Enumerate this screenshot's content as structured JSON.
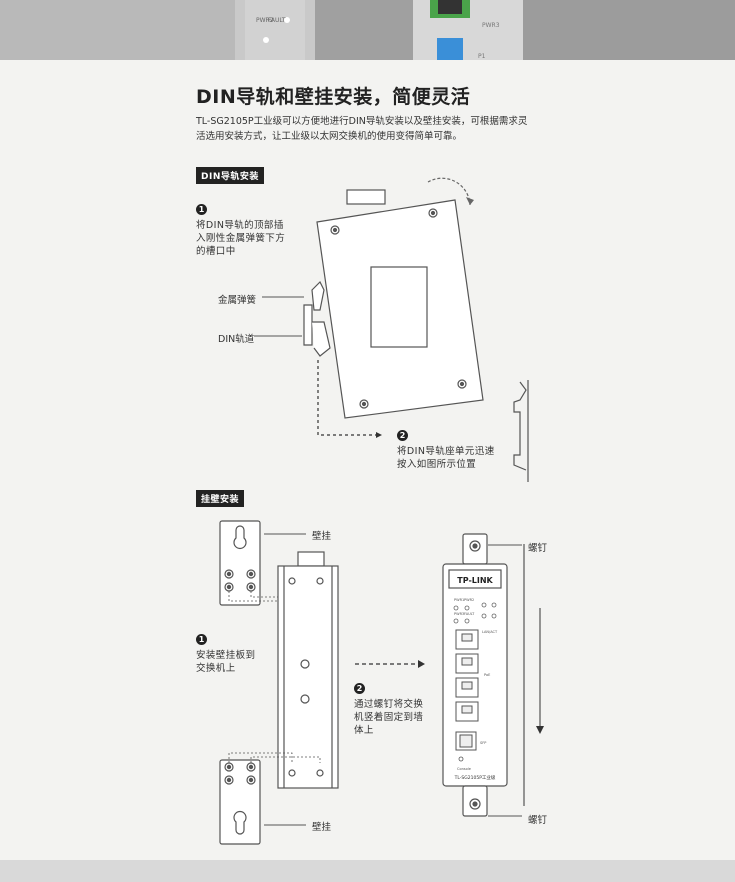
{
  "header": {
    "title": "DIN导轨和壁挂安装，简便灵活",
    "description": "TL-SG2105P工业级可以方便地进行DIN导轨安装以及壁挂安装，可根据需求灵活选用安装方式，让工业级以太网交换机的使用变得简单可靠。"
  },
  "din_section": {
    "label": "DIN导轨安装",
    "steps": [
      {
        "num": "1",
        "text": "将DIN导轨的顶部插\n入刚性金属弹簧下方\n的槽口中"
      },
      {
        "num": "2",
        "text": "将DIN导轨座单元迅速\n按入如图所示位置"
      }
    ],
    "callouts": {
      "spring": "金属弹簧",
      "rail": "DIN轨道"
    }
  },
  "wall_section": {
    "label": "挂壁安装",
    "steps": [
      {
        "num": "1",
        "text": "安装壁挂板到\n交换机上"
      },
      {
        "num": "2",
        "text": "通过螺钉将交换\n机竖着固定到墙\n体上"
      }
    ],
    "callouts": {
      "wall_top": "壁挂",
      "wall_bottom": "壁挂",
      "screw_top": "螺钉",
      "screw_bottom": "螺钉"
    },
    "device": {
      "brand": "TP-LINK",
      "model": "TL-SG2105P工业级",
      "led_labels": [
        "PWR1",
        "PWR2",
        "PWR3",
        "FAULT"
      ],
      "port_labels": [
        "LAN/ACT",
        "PoE",
        "SFP"
      ],
      "console_label": "Console"
    }
  },
  "top_strip": {
    "labels": [
      "PWR2",
      "FAULT",
      "PWR3",
      "P1"
    ]
  }
}
